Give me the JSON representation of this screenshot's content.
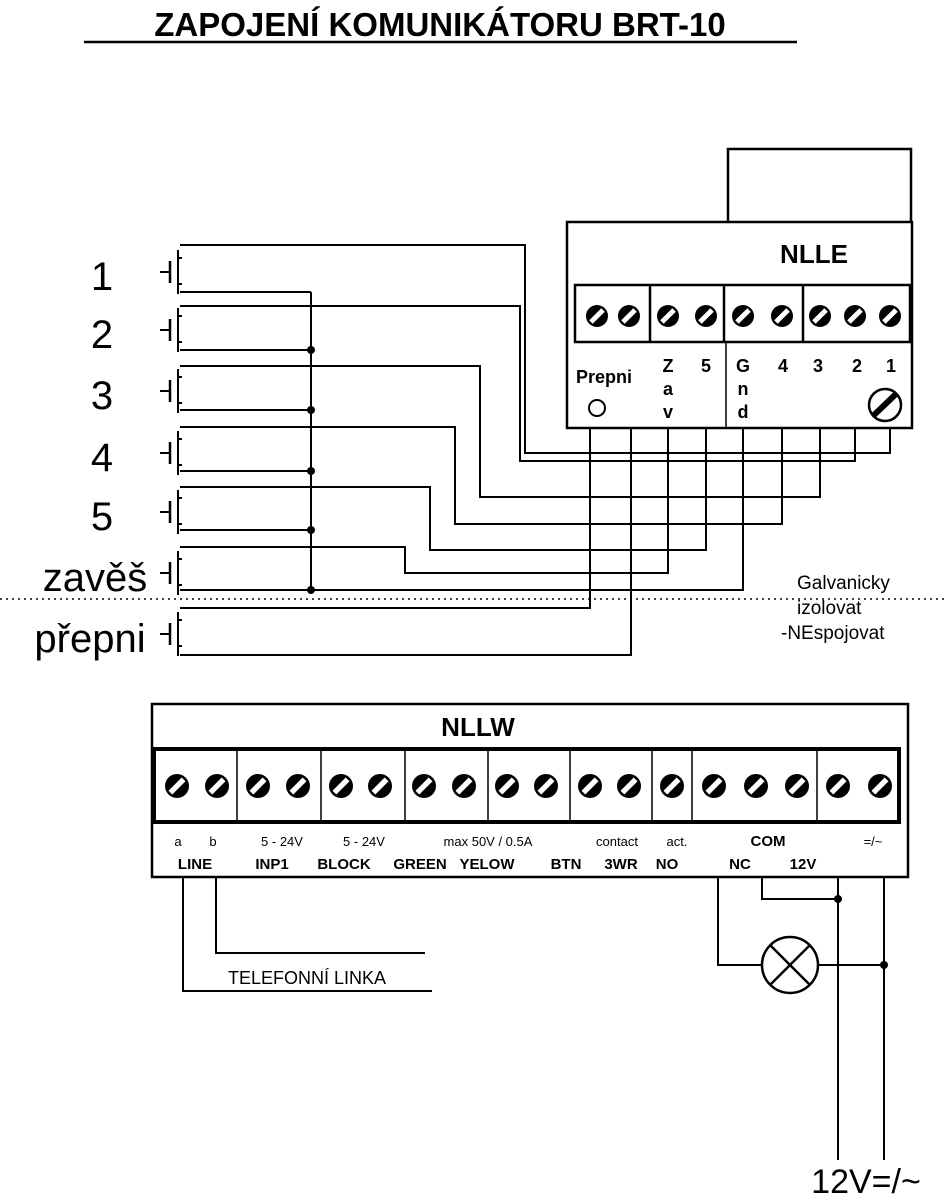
{
  "title": "ZAPOJENÍ KOMUNIKÁTORU BRT-10",
  "buttons": [
    {
      "label": "1"
    },
    {
      "label": "2"
    },
    {
      "label": "3"
    },
    {
      "label": "4"
    },
    {
      "label": "5"
    },
    {
      "label": "zavěš"
    },
    {
      "label": "přepni"
    }
  ],
  "nlle": {
    "name": "NLLE",
    "labels": {
      "prepni": "Prepni",
      "zav": [
        "Z",
        "a",
        "v"
      ],
      "five": "5",
      "gnd": [
        "G",
        "n",
        "d"
      ],
      "four": "4",
      "three": "3",
      "two": "2",
      "one": "1"
    }
  },
  "galvanic_note": [
    "Galvanicky",
    "izolovat",
    "-NEspojovat"
  ],
  "nllw": {
    "name": "NLLW",
    "top_labels": [
      "a",
      "b",
      "5 - 24V",
      "5 - 24V",
      "max 50V / 0.5A",
      "contact",
      "act.",
      "COM",
      "=/~"
    ],
    "bottom_labels": [
      "LINE",
      "INP1",
      "BLOCK",
      "GREEN",
      "YELOW",
      "BTN",
      "3WR",
      "NO",
      "NC",
      "12V"
    ]
  },
  "phone_line_label": "TELEFONNÍ LINKA",
  "supply_label": "12V=/~"
}
